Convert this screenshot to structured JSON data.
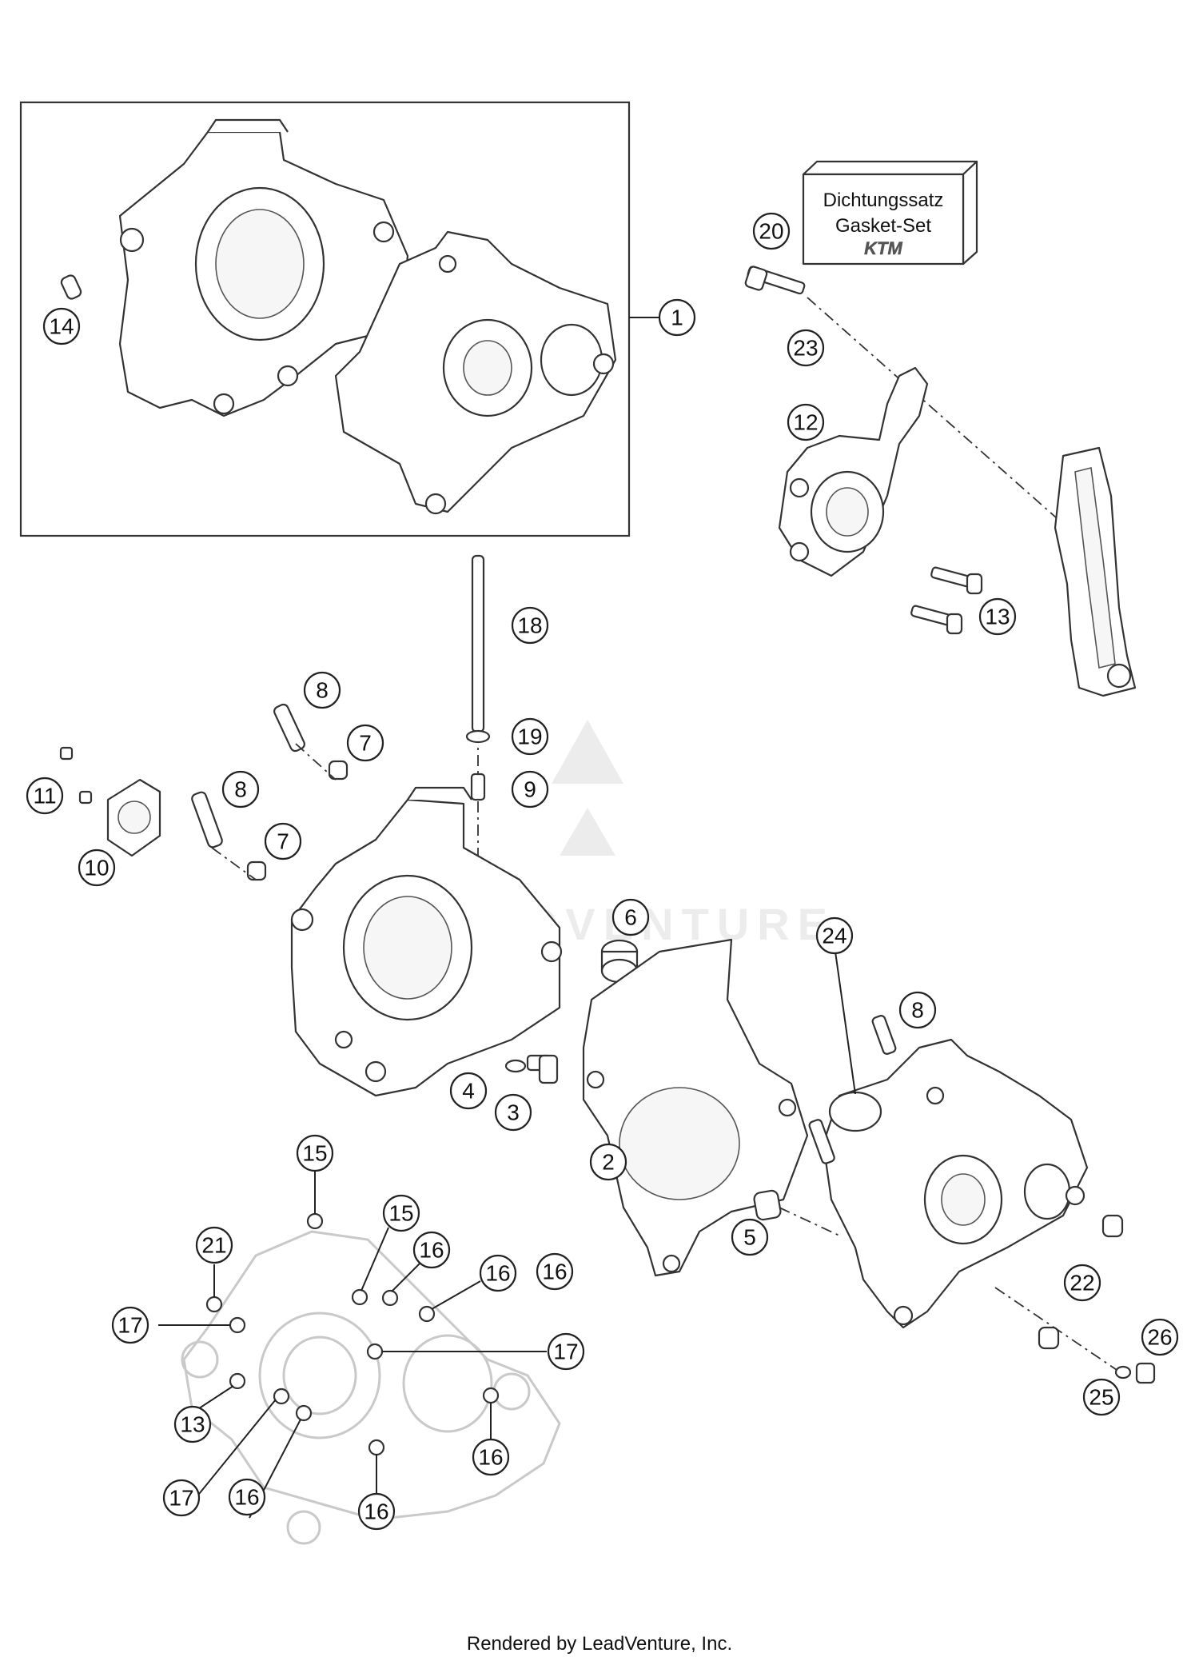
{
  "footer": "Rendered by LeadVenture, Inc.",
  "gasket_box": {
    "line1": "Dichtungssatz",
    "line2": "Gasket-Set",
    "brand": "KTM"
  },
  "watermark": "LEADVENTURE",
  "callouts": [
    "1",
    "2",
    "3",
    "4",
    "5",
    "6",
    "7",
    "7",
    "8",
    "8",
    "8",
    "9",
    "10",
    "11",
    "12",
    "13",
    "13",
    "14",
    "15",
    "15",
    "16",
    "16",
    "16",
    "16",
    "16",
    "16",
    "17",
    "17",
    "17",
    "17",
    "18",
    "19",
    "20",
    "21",
    "22",
    "23",
    "24",
    "25",
    "26"
  ]
}
